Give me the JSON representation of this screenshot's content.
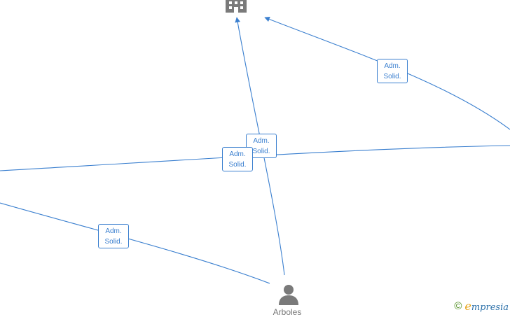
{
  "relations": [
    {
      "label_line1": "Adm.",
      "label_line2": "Solid."
    },
    {
      "label_line1": "Adm.",
      "label_line2": "Solid."
    },
    {
      "label_line1": "Adm.",
      "label_line2": "Solid."
    },
    {
      "label_line1": "Adm.",
      "label_line2": "Solid."
    }
  ],
  "nodes": {
    "company": {
      "icon": "building-icon"
    },
    "person": {
      "icon": "person-icon",
      "name": "Arboles"
    }
  },
  "watermark": {
    "copyright": "©",
    "brand_initial": "e",
    "brand_rest": "mpresia"
  },
  "colors": {
    "edge": "#3a7fcf",
    "icon": "#7a7a7a",
    "text": "#777777"
  }
}
